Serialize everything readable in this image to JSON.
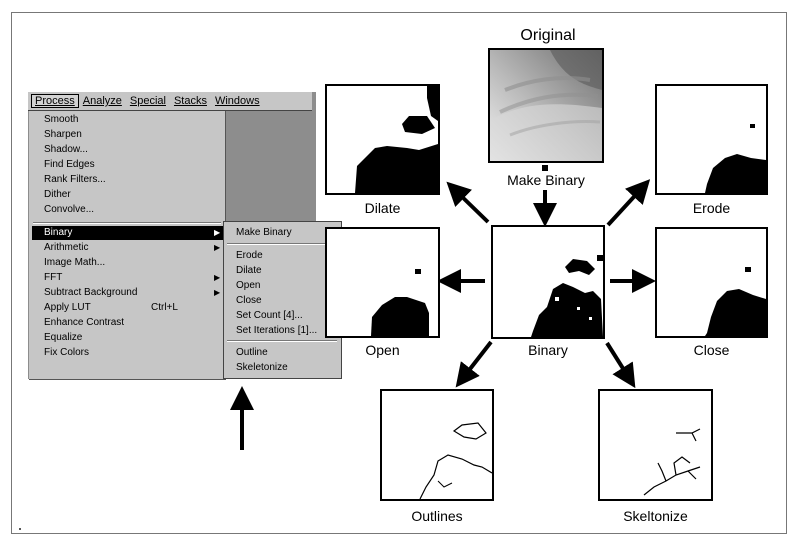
{
  "menubar": {
    "items": [
      "Process",
      "Analyze",
      "Special",
      "Stacks",
      "Windows"
    ]
  },
  "process_menu": {
    "group1": [
      "Smooth",
      "Sharpen",
      "Shadow...",
      "Find Edges",
      "Rank Filters...",
      "Dither",
      "Convolve..."
    ],
    "group2": [
      "Binary",
      "Arithmetic",
      "Image Math...",
      "FFT",
      "Subtract Background",
      "Apply LUT",
      "Enhance Contrast",
      "Equalize",
      "Fix Colors"
    ],
    "apply_lut_shortcut": "Ctrl+L"
  },
  "binary_submenu": {
    "group1": [
      "Make Binary"
    ],
    "group2": [
      "Erode",
      "Dilate",
      "Open",
      "Close",
      "Set Count [4]...",
      "Set Iterations [1]..."
    ],
    "group3": [
      "Outline",
      "Skeletonize"
    ]
  },
  "captions": {
    "original": "Original",
    "make_binary": "Make Binary",
    "dilate": "Dilate",
    "erode": "Erode",
    "open": "Open",
    "binary": "Binary",
    "close": "Close",
    "outlines": "Outlines",
    "skeltonize": "Skeltonize"
  }
}
